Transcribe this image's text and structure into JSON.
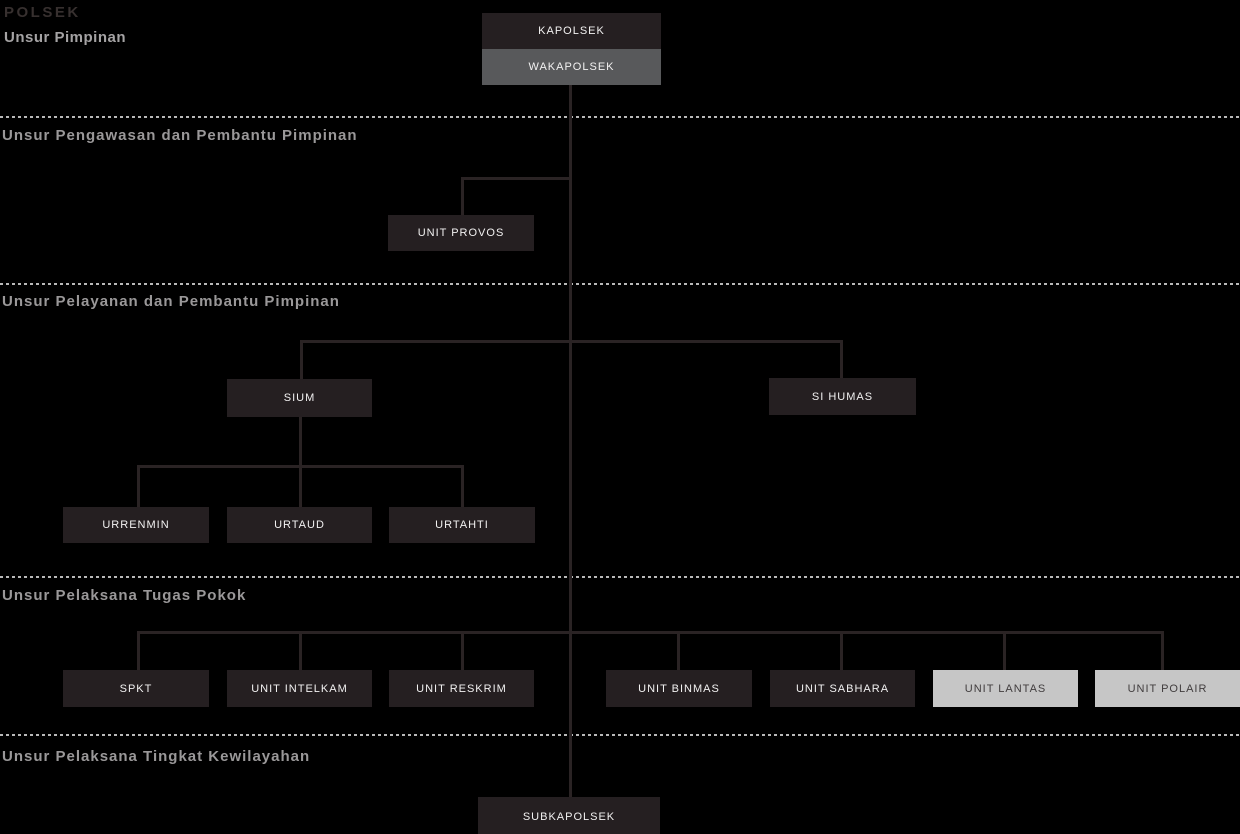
{
  "title": "POLSEK",
  "colors": {
    "background": "#000000",
    "node_dark": "#251f21",
    "node_gray": "#58595b",
    "node_light": "#c6c6c6",
    "node_text_on_dark": "#f2f1f1",
    "node_text_on_light": "#413d3e",
    "connector_line": "#2a2324",
    "divider_dots": "#b9b9b9",
    "section_label": "#9a9899",
    "page_title": "#37302f"
  },
  "sections": [
    {
      "label": "Unsur Pimpinan"
    },
    {
      "label": "Unsur Pengawasan dan Pembantu Pimpinan"
    },
    {
      "label": "Unsur Pelayanan dan Pembantu Pimpinan"
    },
    {
      "label": "Unsur Pelaksana Tugas Pokok"
    },
    {
      "label": "Unsur Pelaksana Tingkat Kewilayahan"
    }
  ],
  "nodes": {
    "kapolsek": {
      "label": "KAPOLSEK",
      "variant": "dark",
      "section": "Unsur Pimpinan"
    },
    "wakapolsek": {
      "label": "WAKAPOLSEK",
      "variant": "gray",
      "section": "Unsur Pimpinan"
    },
    "unit_provos": {
      "label": "UNIT PROVOS",
      "variant": "dark",
      "section": "Unsur Pengawasan dan Pembantu Pimpinan"
    },
    "sium": {
      "label": "SIUM",
      "variant": "dark",
      "section": "Unsur Pelayanan dan Pembantu Pimpinan"
    },
    "si_humas": {
      "label": "SI HUMAS",
      "variant": "dark",
      "section": "Unsur Pelayanan dan Pembantu Pimpinan"
    },
    "urrenmin": {
      "label": "URRENMIN",
      "variant": "dark",
      "section": "Unsur Pelayanan dan Pembantu Pimpinan"
    },
    "urtaud": {
      "label": "URTAUD",
      "variant": "dark",
      "section": "Unsur Pelayanan dan Pembantu Pimpinan"
    },
    "urtahti": {
      "label": "URTAHTI",
      "variant": "dark",
      "section": "Unsur Pelayanan dan Pembantu Pimpinan"
    },
    "spkt": {
      "label": "SPKT",
      "variant": "dark",
      "section": "Unsur Pelaksana Tugas Pokok"
    },
    "unit_intelkam": {
      "label": "UNIT INTELKAM",
      "variant": "dark",
      "section": "Unsur Pelaksana Tugas Pokok"
    },
    "unit_reskrim": {
      "label": "UNIT RESKRIM",
      "variant": "dark",
      "section": "Unsur Pelaksana Tugas Pokok"
    },
    "unit_binmas": {
      "label": "UNIT BINMAS",
      "variant": "dark",
      "section": "Unsur Pelaksana Tugas Pokok"
    },
    "unit_sabhara": {
      "label": "UNIT SABHARA",
      "variant": "dark",
      "section": "Unsur Pelaksana Tugas Pokok"
    },
    "unit_lantas": {
      "label": "UNIT LANTAS",
      "variant": "light",
      "section": "Unsur Pelaksana Tugas Pokok"
    },
    "unit_polair": {
      "label": "UNIT POLAIR",
      "variant": "light",
      "section": "Unsur Pelaksana Tugas Pokok"
    },
    "subkapolsek": {
      "label": "SUBKAPOLSEK",
      "variant": "dark",
      "section": "Unsur Pelaksana Tingkat Kewilayahan"
    }
  },
  "structure": {
    "kapolsek": [
      "wakapolsek"
    ],
    "wakapolsek": [
      "unit_provos",
      "sium",
      "si_humas",
      "spkt",
      "unit_intelkam",
      "unit_reskrim",
      "unit_binmas",
      "unit_sabhara",
      "unit_lantas",
      "unit_polair",
      "subkapolsek"
    ],
    "sium": [
      "urrenmin",
      "urtaud",
      "urtahti"
    ]
  }
}
